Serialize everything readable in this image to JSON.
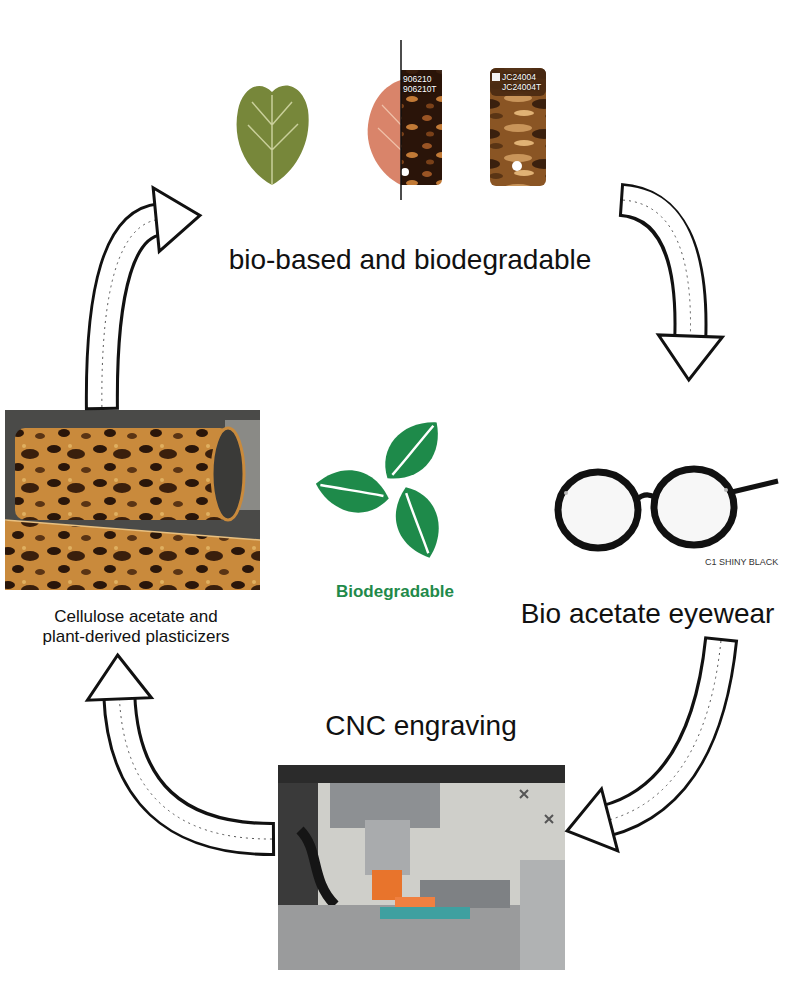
{
  "diagram": {
    "nodes": [
      {
        "text": [
          "bio-based and biodegradable"
        ]
      },
      {
        "text": [
          "Bio acetate eyewear"
        ]
      },
      {
        "text": [
          "CNC engraving"
        ]
      },
      {
        "text": [
          "Cellulose acetate and plant-derived plasticizers"
        ]
      },
      {
        "text": [
          "Biodegradable"
        ]
      }
    ],
    "edges": [
      {
        "from": 0,
        "to": 1,
        "arrow": "to"
      },
      {
        "from": 1,
        "to": 2,
        "arrow": "to"
      },
      {
        "from": 2,
        "to": 3,
        "arrow": "to"
      },
      {
        "from": 3,
        "to": 0,
        "arrow": "to"
      }
    ],
    "labels": [
      "906210",
      "906210T",
      "JC24004",
      "JC24004T",
      "C1 SHINY BLACK"
    ]
  }
}
